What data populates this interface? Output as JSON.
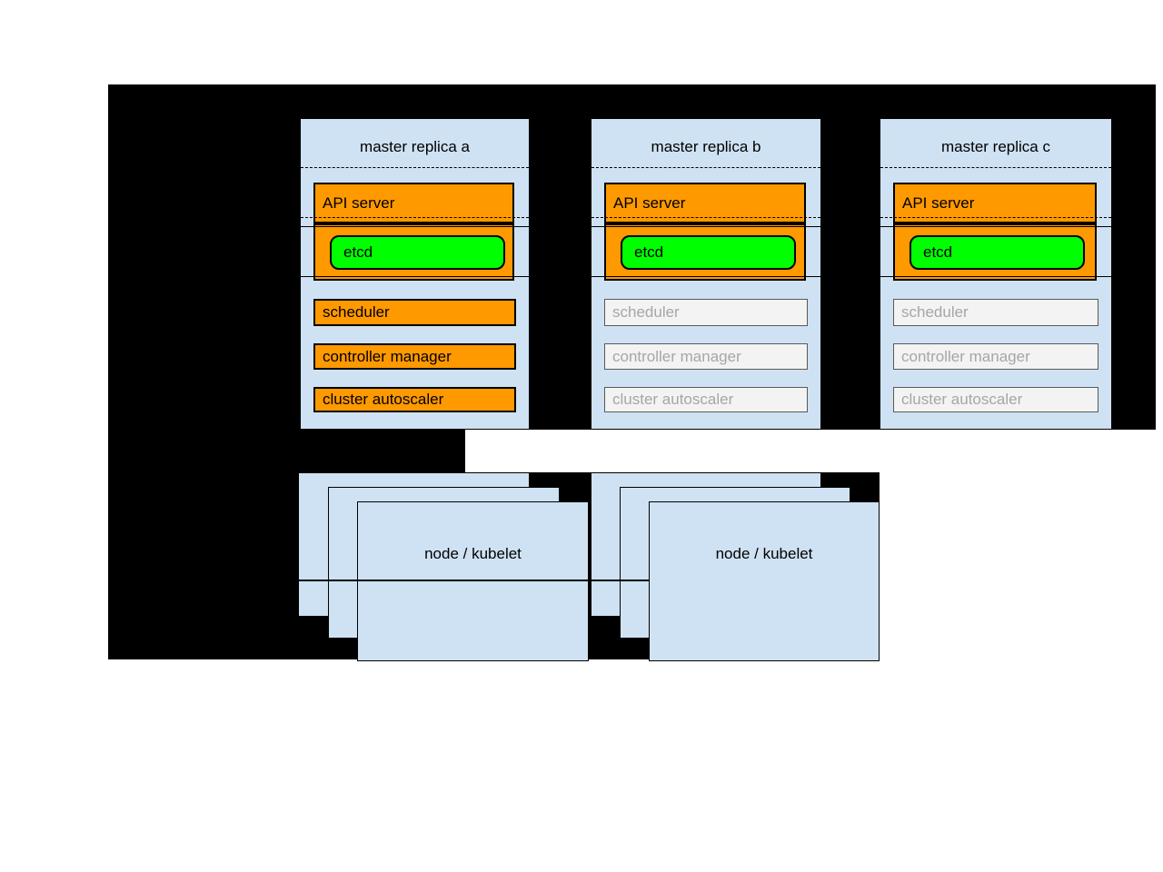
{
  "diagram": {
    "title_concept": "HA Kubernetes master replicas",
    "masters": [
      {
        "title": "master replica a",
        "state": "active"
      },
      {
        "title": "master replica b",
        "state": "inactive"
      },
      {
        "title": "master replica c",
        "state": "inactive"
      }
    ],
    "labels": {
      "api_server": "API server",
      "etcd": "etcd",
      "scheduler": "scheduler",
      "controller_manager": "controller manager",
      "cluster_autoscaler": "cluster autoscaler"
    },
    "nodes": [
      {
        "label": "node / kubelet"
      },
      {
        "label": "node / kubelet"
      }
    ],
    "colors": {
      "background_panel": "#000000",
      "replica_panel": "#cfe2f3",
      "active_component": "#ff9900",
      "etcd": "#00ff00",
      "inactive_fill": "#f3f3f3",
      "inactive_border": "#595959",
      "inactive_text": "#a6a6a6",
      "text": "#000000"
    }
  }
}
